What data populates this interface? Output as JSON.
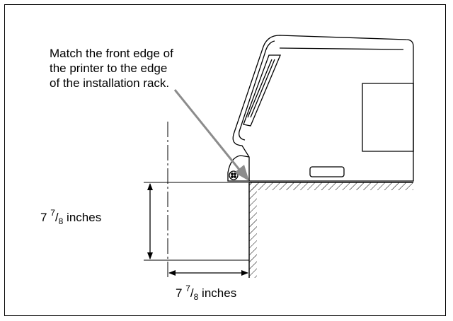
{
  "callout": {
    "lines": [
      "Match the front edge of",
      "the printer to the edge",
      "of the installation rack."
    ]
  },
  "dimension_vertical": {
    "whole": "7",
    "numerator": "7",
    "denominator": "8",
    "unit": "inches"
  },
  "dimension_horizontal": {
    "whole": "7",
    "numerator": "7",
    "denominator": "8",
    "unit": "inches"
  },
  "colors": {
    "line": "#000000",
    "arrow": "#8c8c8c",
    "background": "#ffffff"
  }
}
